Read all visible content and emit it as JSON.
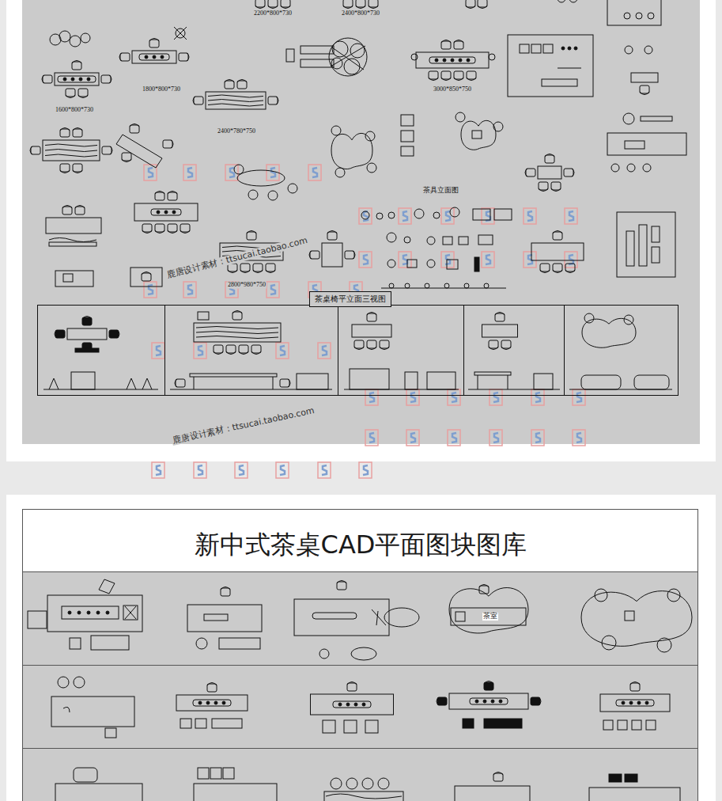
{
  "diagram": {
    "title": "新中式茶桌CAD平面图块图库",
    "nodes": [
      {
        "text": [
          "茶桌椅平立面三视图"
        ]
      }
    ],
    "labels": [
      "2200*800*730",
      "2400*800*730",
      "1600*800*730",
      "1800*800*730",
      "2400*780*750",
      "3000*850*750",
      "茶具立面图",
      "2800*980*750",
      "鹿唐设计素材：ttsucai.taobao.com",
      "鹿唐设计素材：ttsucai.taobao.com",
      "茶室"
    ]
  }
}
